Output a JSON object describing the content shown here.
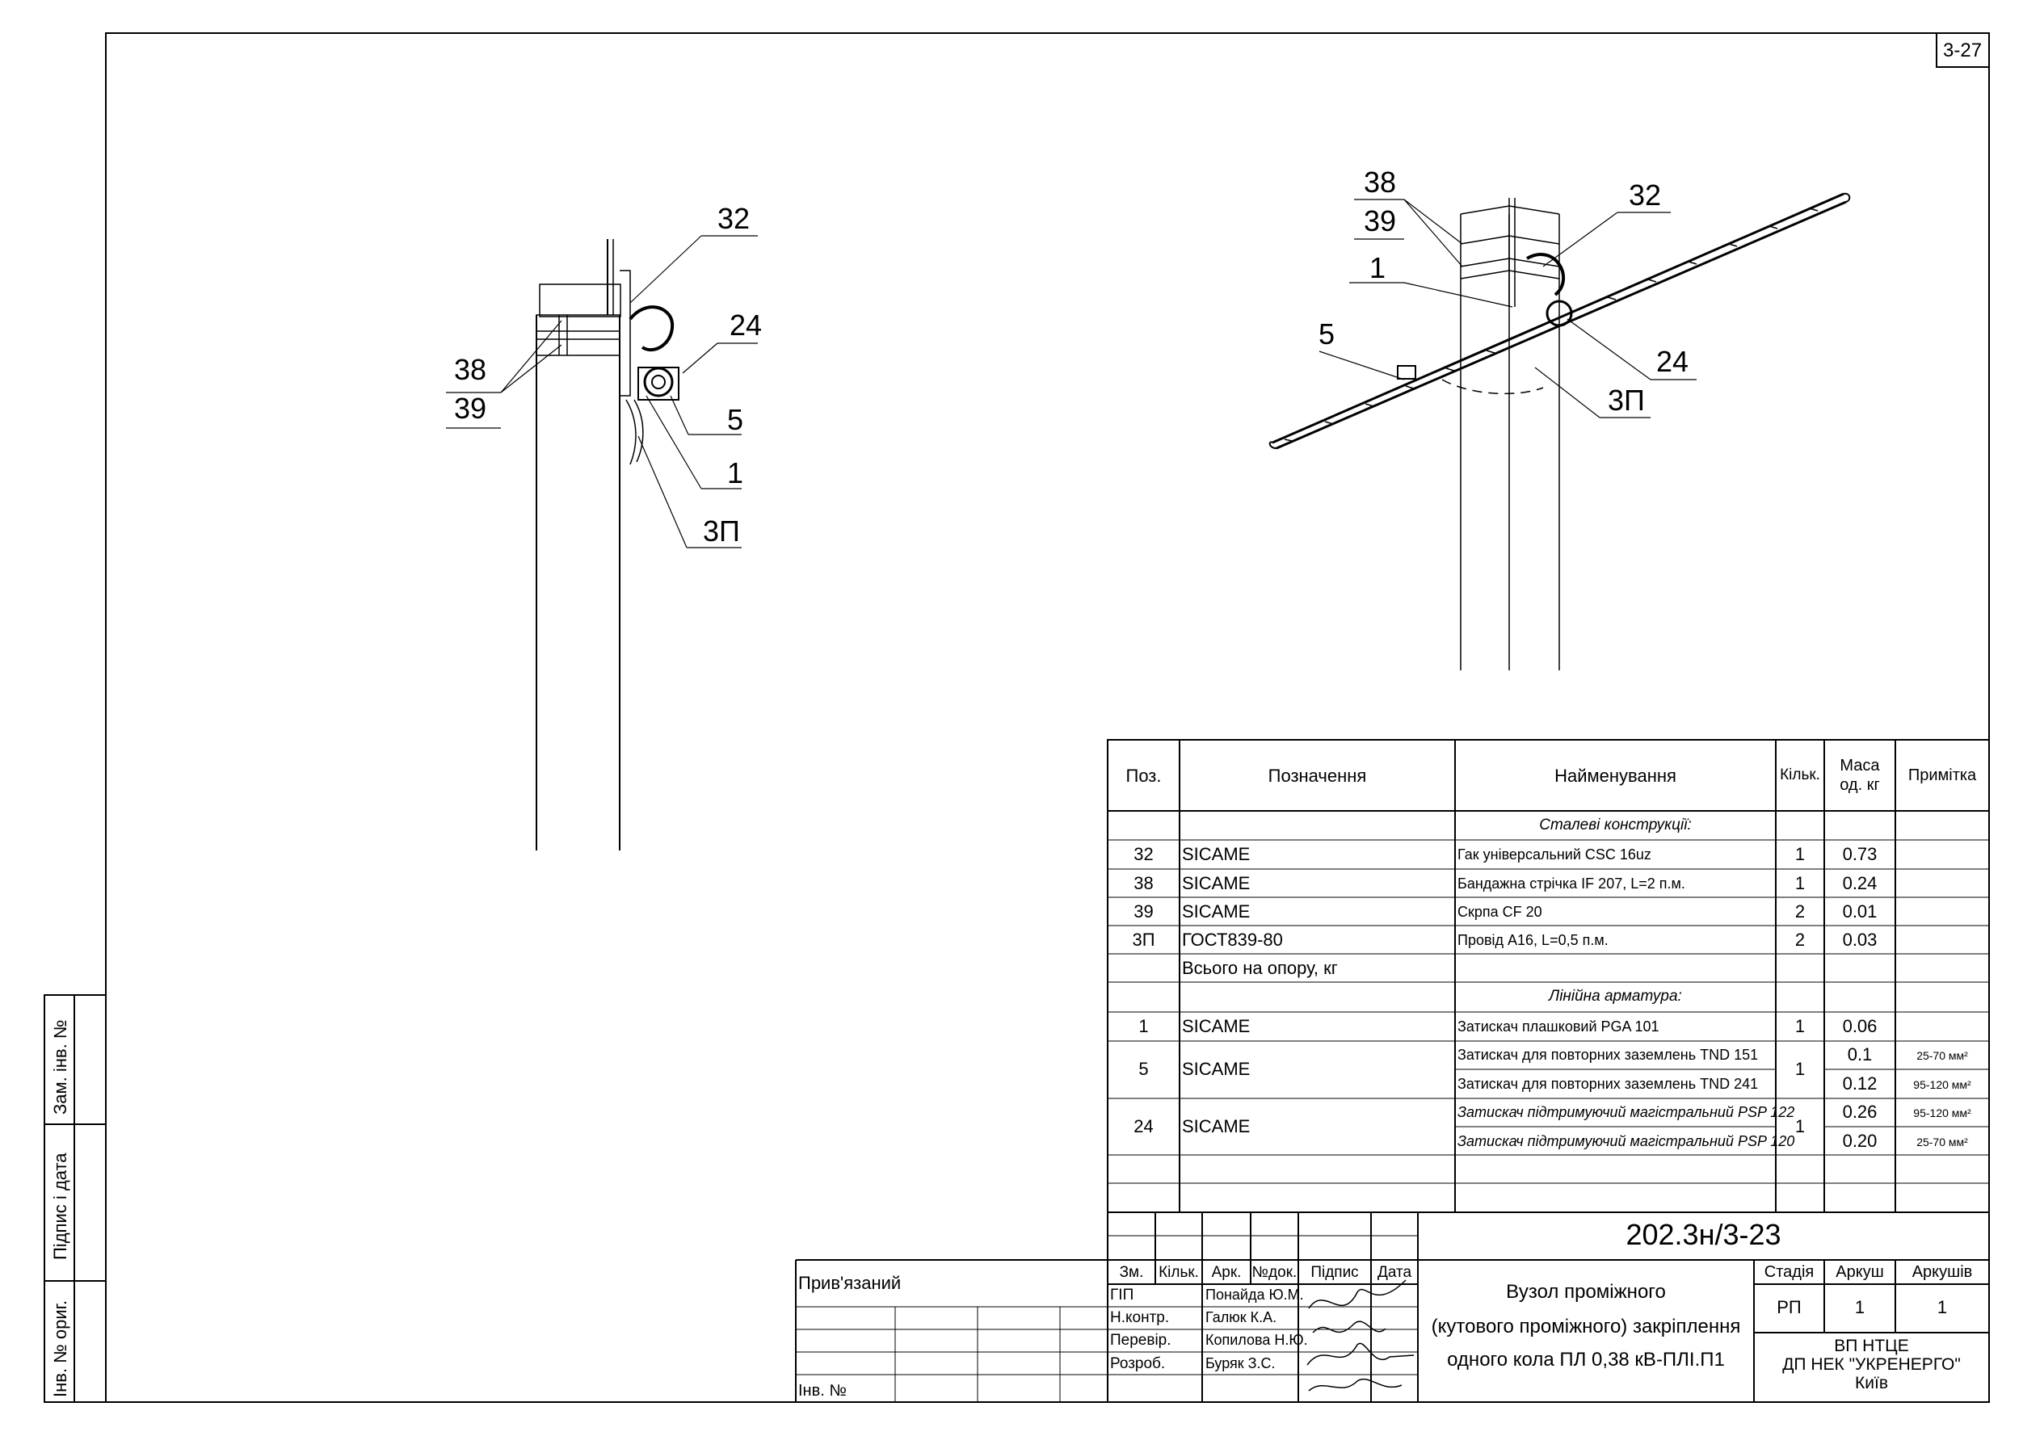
{
  "sheet_number": "3-27",
  "left_view": {
    "callouts": [
      "32",
      "24",
      "38",
      "39",
      "5",
      "1",
      "3П"
    ]
  },
  "right_view": {
    "callouts": [
      "38",
      "39",
      "32",
      "1",
      "5",
      "24",
      "3П"
    ]
  },
  "spec_table": {
    "headers": {
      "pos": "Поз.",
      "designation": "Позначення",
      "name": "Найменування",
      "qty": "Кільк.",
      "mass": "Маса од. кг",
      "note": "Примітка"
    },
    "section1": "Сталеві конструкції:",
    "rows1": [
      {
        "pos": "32",
        "designation": "SICAME",
        "name": "Гак універсальний CSC 16uz",
        "qty": "1",
        "mass": "0.73",
        "note": ""
      },
      {
        "pos": "38",
        "designation": "SICAME",
        "name": "Бандажна стрічка IF 207, L=2 п.м.",
        "qty": "1",
        "mass": "0.24",
        "note": ""
      },
      {
        "pos": "39",
        "designation": "SICAME",
        "name": "Скрпа CF 20",
        "qty": "2",
        "mass": "0.01",
        "note": ""
      },
      {
        "pos": "3П",
        "designation": "ГОСТ839-80",
        "name": "Провід А16, L=0,5 п.м.",
        "qty": "2",
        "mass": "0.03",
        "note": ""
      }
    ],
    "total_label": "Всього на опору, кг",
    "section2": "Лінійна арматура:",
    "row_1": {
      "pos": "1",
      "designation": "SICAME",
      "name": "Затискач плашковий PGA 101",
      "qty": "1",
      "mass": "0.06",
      "note": ""
    },
    "row_5": {
      "pos": "5",
      "designation": "SICAME",
      "qty": "1",
      "lines": [
        {
          "name": "Затискач для повторних заземлень TND 151",
          "mass": "0.1",
          "note": "25-70 мм²"
        },
        {
          "name": "Затискач для повторних заземлень TND 241",
          "mass": "0.12",
          "note": "95-120 мм²"
        }
      ]
    },
    "row_24": {
      "pos": "24",
      "designation": "SICAME",
      "qty": "1",
      "lines": [
        {
          "name": "Затискач підтримуючий магістральний PSP 122",
          "mass": "0.26",
          "note": "95-120 мм²"
        },
        {
          "name": "Затискач підтримуючий магістральний PSP 120",
          "mass": "0.20",
          "note": "25-70 мм²"
        }
      ]
    }
  },
  "title_block": {
    "doc_code": "202.3н/3-23",
    "attached_label": "Прив'язаний",
    "inv_label": "Інв. №",
    "col_headers": [
      "Зм.",
      "Кільк.",
      "Арк.",
      "№док.",
      "Підпис",
      "Дата"
    ],
    "people": [
      {
        "role": "ГІП",
        "name": "Понайда Ю.М."
      },
      {
        "role": "Н.контр.",
        "name": "Галюк К.А."
      },
      {
        "role": "Перевір.",
        "name": "Копилова Н.Ю."
      },
      {
        "role": "Розроб.",
        "name": "Буряк З.С."
      }
    ],
    "title_lines": [
      "Вузол проміжного",
      "(кутового проміжного) закріплення",
      "одного кола ПЛ 0,38 кВ-ПЛІ.П1"
    ],
    "stage_label": "Стадія",
    "sheet_label": "Аркуш",
    "sheets_label": "Аркушів",
    "stage": "РП",
    "sheet": "1",
    "sheets": "1",
    "org_lines": [
      "ВП НТЦЕ",
      "ДП НЕК \"УКРЕНЕРГО\"",
      "Київ"
    ]
  },
  "side_stamp": {
    "labels": [
      "Інв. № ориг.",
      "Підпис і дата",
      "Зам. інв. №"
    ]
  }
}
